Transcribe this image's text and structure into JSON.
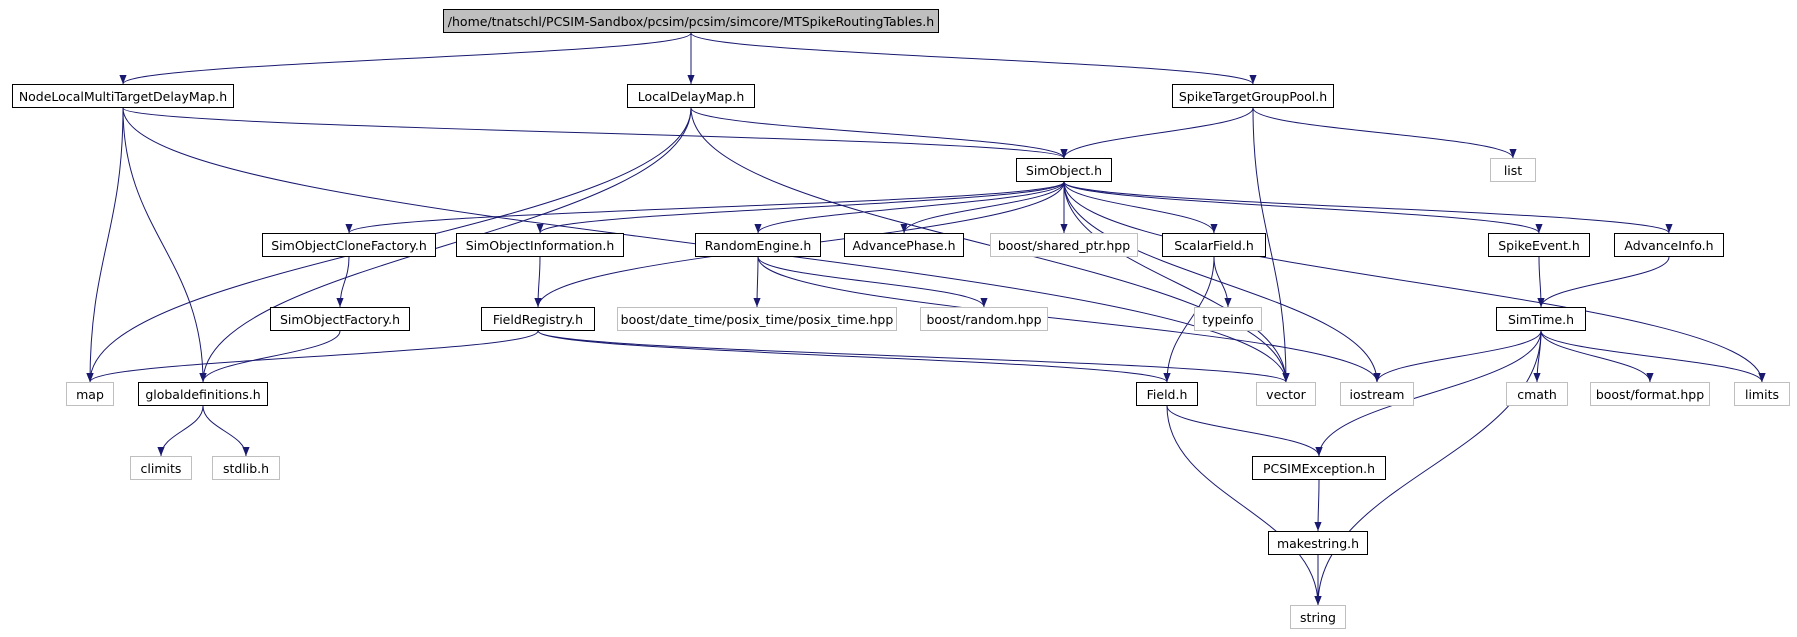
{
  "graph": {
    "nodes": [
      {
        "id": "root",
        "label": "/home/tnatschl/PCSIM-Sandbox/pcsim/pcsim/simcore/MTSpikeRoutingTables.h",
        "kind": "root"
      },
      {
        "id": "nlmtdm",
        "label": "NodeLocalMultiTargetDelayMap.h",
        "kind": "documented"
      },
      {
        "id": "ldm",
        "label": "LocalDelayMap.h",
        "kind": "documented"
      },
      {
        "id": "stgp",
        "label": "SpikeTargetGroupPool.h",
        "kind": "documented"
      },
      {
        "id": "simobject",
        "label": "SimObject.h",
        "kind": "documented"
      },
      {
        "id": "list",
        "label": "list",
        "kind": "external"
      },
      {
        "id": "socf",
        "label": "SimObjectCloneFactory.h",
        "kind": "documented"
      },
      {
        "id": "soi",
        "label": "SimObjectInformation.h",
        "kind": "documented"
      },
      {
        "id": "re",
        "label": "RandomEngine.h",
        "kind": "documented"
      },
      {
        "id": "ap",
        "label": "AdvancePhase.h",
        "kind": "documented"
      },
      {
        "id": "bsp",
        "label": "boost/shared_ptr.hpp",
        "kind": "external"
      },
      {
        "id": "sf",
        "label": "ScalarField.h",
        "kind": "documented"
      },
      {
        "id": "se",
        "label": "SpikeEvent.h",
        "kind": "documented"
      },
      {
        "id": "ai",
        "label": "AdvanceInfo.h",
        "kind": "documented"
      },
      {
        "id": "sof",
        "label": "SimObjectFactory.h",
        "kind": "documented"
      },
      {
        "id": "fr",
        "label": "FieldRegistry.h",
        "kind": "documented"
      },
      {
        "id": "bdt",
        "label": "boost/date_time/posix_time/posix_time.hpp",
        "kind": "external"
      },
      {
        "id": "br",
        "label": "boost/random.hpp",
        "kind": "external"
      },
      {
        "id": "ti",
        "label": "typeinfo",
        "kind": "external"
      },
      {
        "id": "st",
        "label": "SimTime.h",
        "kind": "documented"
      },
      {
        "id": "map",
        "label": "map",
        "kind": "external"
      },
      {
        "id": "gd",
        "label": "globaldefinitions.h",
        "kind": "documented"
      },
      {
        "id": "field",
        "label": "Field.h",
        "kind": "documented"
      },
      {
        "id": "vector",
        "label": "vector",
        "kind": "external"
      },
      {
        "id": "iostream",
        "label": "iostream",
        "kind": "external"
      },
      {
        "id": "cmath",
        "label": "cmath",
        "kind": "external"
      },
      {
        "id": "bf",
        "label": "boost/format.hpp",
        "kind": "external"
      },
      {
        "id": "limits",
        "label": "limits",
        "kind": "external"
      },
      {
        "id": "climits",
        "label": "climits",
        "kind": "external"
      },
      {
        "id": "stdlib",
        "label": "stdlib.h",
        "kind": "external"
      },
      {
        "id": "pe",
        "label": "PCSIMException.h",
        "kind": "documented"
      },
      {
        "id": "ms",
        "label": "makestring.h",
        "kind": "documented"
      },
      {
        "id": "string",
        "label": "string",
        "kind": "external"
      }
    ],
    "edges": [
      [
        "root",
        "nlmtdm"
      ],
      [
        "root",
        "ldm"
      ],
      [
        "root",
        "stgp"
      ],
      [
        "nlmtdm",
        "simobject"
      ],
      [
        "nlmtdm",
        "map"
      ],
      [
        "nlmtdm",
        "gd"
      ],
      [
        "nlmtdm",
        "vector"
      ],
      [
        "ldm",
        "simobject"
      ],
      [
        "ldm",
        "map"
      ],
      [
        "ldm",
        "gd"
      ],
      [
        "ldm",
        "vector"
      ],
      [
        "stgp",
        "simobject"
      ],
      [
        "stgp",
        "list"
      ],
      [
        "stgp",
        "vector"
      ],
      [
        "simobject",
        "socf"
      ],
      [
        "simobject",
        "soi"
      ],
      [
        "simobject",
        "re"
      ],
      [
        "simobject",
        "ap"
      ],
      [
        "simobject",
        "bsp"
      ],
      [
        "simobject",
        "sf"
      ],
      [
        "simobject",
        "se"
      ],
      [
        "simobject",
        "ai"
      ],
      [
        "simobject",
        "fr"
      ],
      [
        "simobject",
        "vector"
      ],
      [
        "simobject",
        "iostream"
      ],
      [
        "simobject",
        "limits"
      ],
      [
        "socf",
        "sof"
      ],
      [
        "sof",
        "gd"
      ],
      [
        "soi",
        "fr"
      ],
      [
        "fr",
        "map"
      ],
      [
        "fr",
        "field"
      ],
      [
        "fr",
        "vector"
      ],
      [
        "re",
        "bdt"
      ],
      [
        "re",
        "br"
      ],
      [
        "re",
        "iostream"
      ],
      [
        "sf",
        "ti"
      ],
      [
        "sf",
        "field"
      ],
      [
        "se",
        "st"
      ],
      [
        "ai",
        "st"
      ],
      [
        "st",
        "iostream"
      ],
      [
        "st",
        "cmath"
      ],
      [
        "st",
        "bf"
      ],
      [
        "st",
        "limits"
      ],
      [
        "st",
        "pe"
      ],
      [
        "st",
        "string"
      ],
      [
        "gd",
        "climits"
      ],
      [
        "gd",
        "stdlib"
      ],
      [
        "field",
        "pe"
      ],
      [
        "field",
        "string"
      ],
      [
        "pe",
        "ms"
      ],
      [
        "ms",
        "string"
      ]
    ]
  }
}
